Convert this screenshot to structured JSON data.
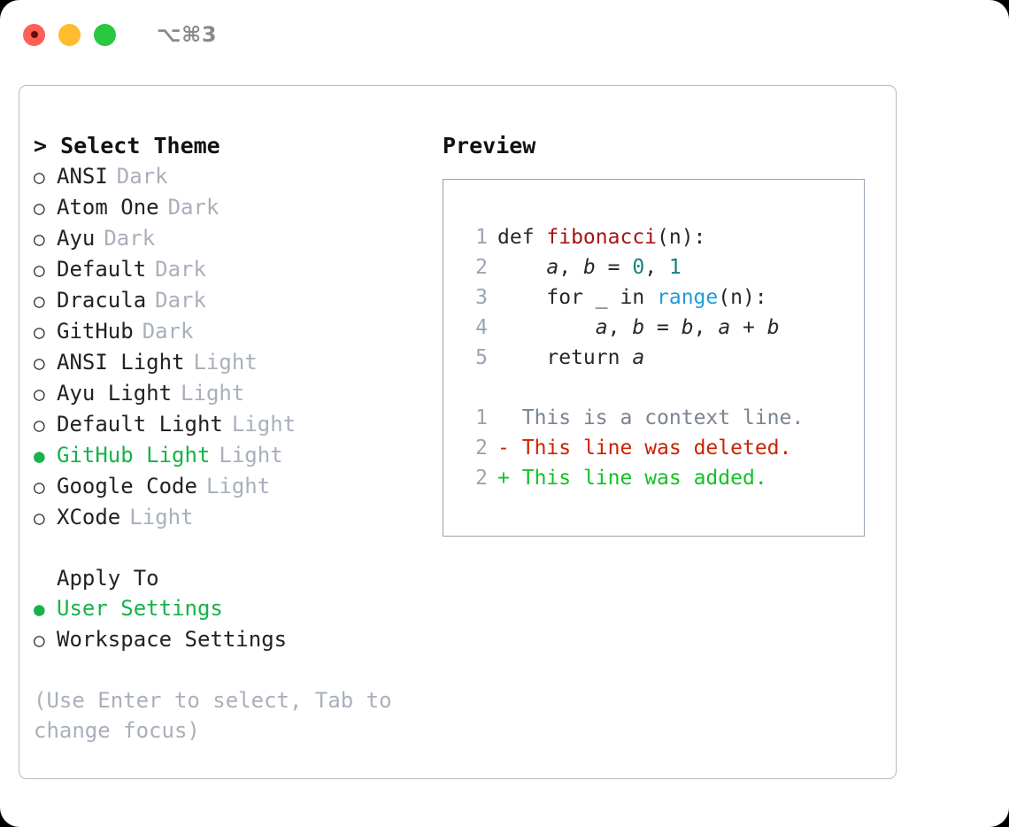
{
  "titlebar": {
    "shortcut": "⌥⌘3",
    "buttons": [
      {
        "name": "close",
        "color": "#ff5f57"
      },
      {
        "name": "minimize",
        "color": "#febc2e"
      },
      {
        "name": "maximize",
        "color": "#28c840"
      }
    ]
  },
  "theme_picker": {
    "header": "> Select Theme",
    "items": [
      {
        "marker": "○",
        "label": "ANSI",
        "tag": "Dark",
        "selected": false
      },
      {
        "marker": "○",
        "label": "Atom One",
        "tag": "Dark",
        "selected": false
      },
      {
        "marker": "○",
        "label": "Ayu",
        "tag": "Dark",
        "selected": false
      },
      {
        "marker": "○",
        "label": "Default",
        "tag": "Dark",
        "selected": false
      },
      {
        "marker": "○",
        "label": "Dracula",
        "tag": "Dark",
        "selected": false
      },
      {
        "marker": "○",
        "label": "GitHub",
        "tag": "Dark",
        "selected": false
      },
      {
        "marker": "○",
        "label": "ANSI Light",
        "tag": "Light",
        "selected": false
      },
      {
        "marker": "○",
        "label": "Ayu Light",
        "tag": "Light",
        "selected": false
      },
      {
        "marker": "○",
        "label": "Default Light",
        "tag": "Light",
        "selected": false
      },
      {
        "marker": "●",
        "label": "GitHub Light",
        "tag": "Light",
        "selected": true
      },
      {
        "marker": "○",
        "label": "Google Code",
        "tag": "Light",
        "selected": false
      },
      {
        "marker": "○",
        "label": "XCode",
        "tag": "Light",
        "selected": false
      }
    ]
  },
  "apply_to": {
    "header": "Apply To",
    "items": [
      {
        "marker": "●",
        "label": "User Settings",
        "selected": true
      },
      {
        "marker": "○",
        "label": "Workspace Settings",
        "selected": false
      }
    ]
  },
  "hint": "(Use Enter to select, Tab to change focus)",
  "preview": {
    "header": "Preview",
    "code_lines": [
      {
        "lineno": "1",
        "tokens": [
          {
            "text": "def ",
            "type": "plain"
          },
          {
            "text": "fibonacci",
            "type": "fn"
          },
          {
            "text": "(n):",
            "type": "plain"
          }
        ]
      },
      {
        "lineno": "2",
        "tokens": [
          {
            "text": "    ",
            "type": "plain"
          },
          {
            "text": "a",
            "type": "var"
          },
          {
            "text": ", ",
            "type": "plain"
          },
          {
            "text": "b",
            "type": "var"
          },
          {
            "text": " = ",
            "type": "plain"
          },
          {
            "text": "0",
            "type": "num"
          },
          {
            "text": ", ",
            "type": "plain"
          },
          {
            "text": "1",
            "type": "num"
          }
        ]
      },
      {
        "lineno": "3",
        "tokens": [
          {
            "text": "    for _ in ",
            "type": "plain"
          },
          {
            "text": "range",
            "type": "builtin"
          },
          {
            "text": "(n):",
            "type": "plain"
          }
        ]
      },
      {
        "lineno": "4",
        "tokens": [
          {
            "text": "        ",
            "type": "plain"
          },
          {
            "text": "a",
            "type": "var"
          },
          {
            "text": ", ",
            "type": "plain"
          },
          {
            "text": "b",
            "type": "var"
          },
          {
            "text": " = ",
            "type": "plain"
          },
          {
            "text": "b",
            "type": "var"
          },
          {
            "text": ", ",
            "type": "plain"
          },
          {
            "text": "a",
            "type": "var"
          },
          {
            "text": " + ",
            "type": "plain"
          },
          {
            "text": "b",
            "type": "var"
          }
        ]
      },
      {
        "lineno": "5",
        "tokens": [
          {
            "text": "    return ",
            "type": "plain"
          },
          {
            "text": "a",
            "type": "var"
          }
        ]
      }
    ],
    "diff_lines": [
      {
        "lineno": "1",
        "marker": " ",
        "text": "This is a context line.",
        "kind": "context"
      },
      {
        "lineno": "2",
        "marker": "-",
        "text": "This line was deleted.",
        "kind": "deleted"
      },
      {
        "lineno": "2",
        "marker": "+",
        "text": "This line was added.",
        "kind": "added"
      }
    ]
  },
  "colors": {
    "accent_green": "#15b34a",
    "diff_add": "#12c127",
    "diff_del": "#cc2200",
    "muted": "#a9b0bb",
    "function_name": "#a31515",
    "number": "#16807f",
    "builtin": "#1f9cd8",
    "border": "#b2bac6"
  }
}
